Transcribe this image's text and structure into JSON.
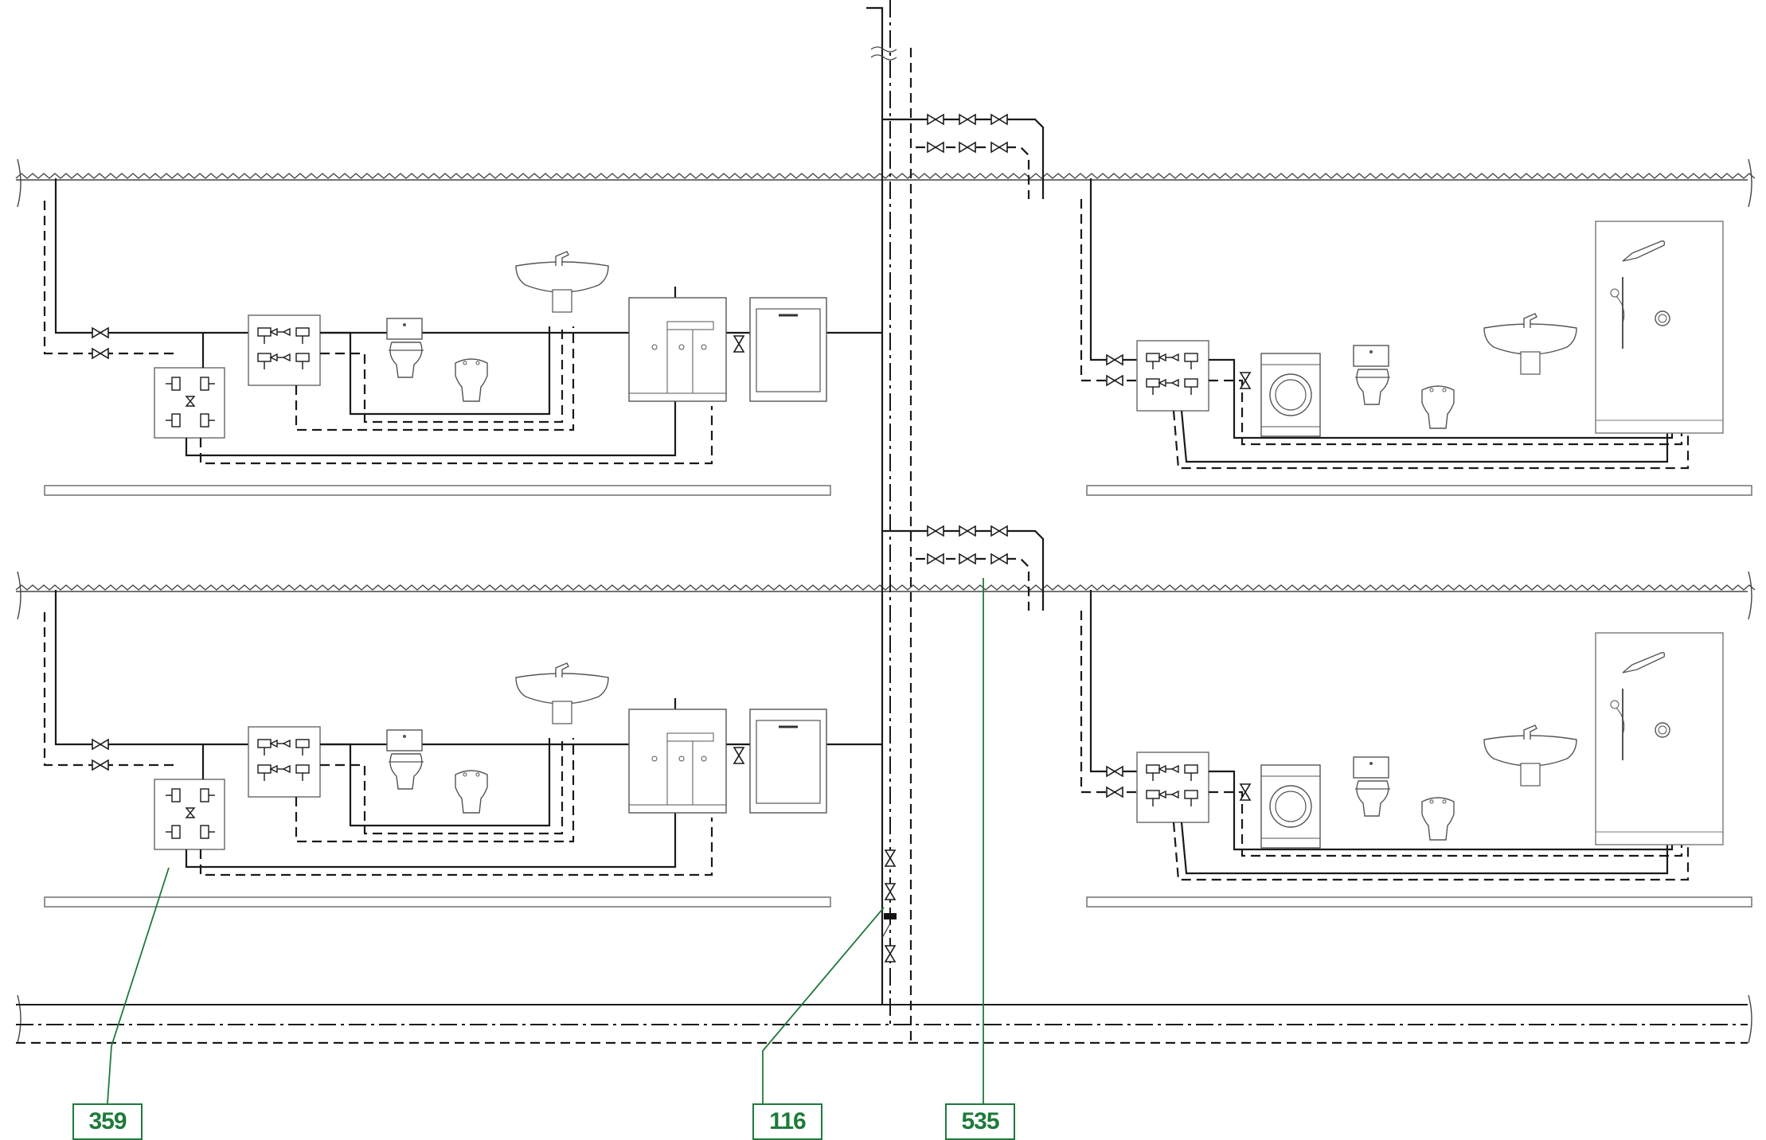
{
  "colors": {
    "line": "#1a1a1a",
    "fixture": "#555555",
    "callout": "#1e7a3c",
    "background": "#ffffff"
  },
  "callouts": [
    {
      "id": "manifold",
      "label": "359"
    },
    {
      "id": "riser-valve-group",
      "label": "116"
    },
    {
      "id": "floor-connection",
      "label": "535"
    }
  ],
  "icons": [
    "gate-valve-icon",
    "manifold-icon",
    "toilet-icon",
    "bidet-icon",
    "washbasin-icon",
    "kitchen-sink-cabinet-icon",
    "dishwasher-icon",
    "washing-machine-icon",
    "shower-icon",
    "pressure-reducer-icon"
  ]
}
